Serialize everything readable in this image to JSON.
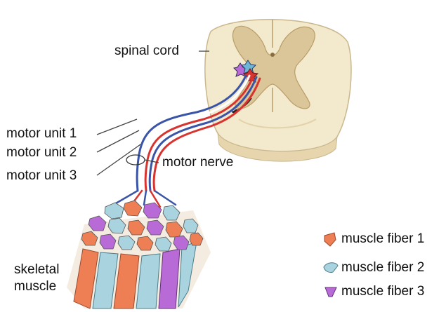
{
  "labels": {
    "spinal_cord": "spinal cord",
    "motor_unit_1": "motor unit 1",
    "motor_unit_2": "motor unit 2",
    "motor_unit_3": "motor unit 3",
    "motor_nerve": "motor nerve",
    "skeletal": "skeletal",
    "muscle": "muscle"
  },
  "legend": [
    {
      "label": "muscle fiber 1",
      "color": "#ee7f55"
    },
    {
      "label": "muscle fiber 2",
      "color": "#a9d3de"
    },
    {
      "label": "muscle fiber 3",
      "color": "#b86ad6"
    }
  ],
  "colors": {
    "spinal_white": "#f3e9cc",
    "spinal_gray": "#dbc69a",
    "fiber_1": "#ee7f55",
    "fiber_2": "#a9d3de",
    "fiber_3": "#b86ad6",
    "nerve_red": "#d8332e",
    "nerve_blue": "#3a55a8"
  }
}
